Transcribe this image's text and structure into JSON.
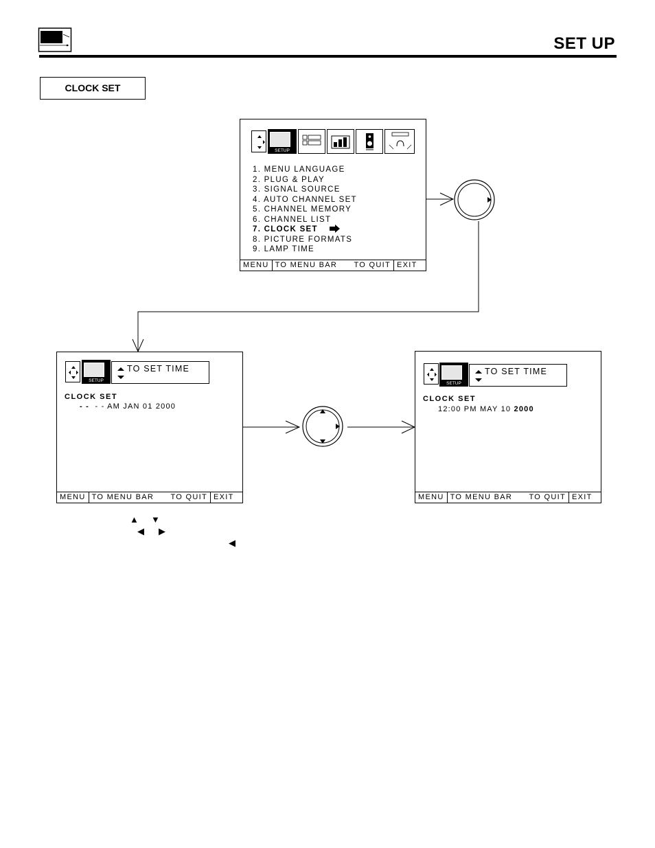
{
  "header": {
    "title": "SET UP",
    "section_label": "CLOCK SET"
  },
  "main_menu": {
    "tab_label": "SETUP",
    "items": [
      "1. MENU LANGUAGE",
      "2. PLUG & PLAY",
      "3. SIGNAL SOURCE",
      "4. AUTO CHANNEL SET",
      "5. CHANNEL MEMORY",
      "6. CHANNEL LIST",
      "7. CLOCK SET",
      "8. PICTURE FORMATS",
      "9. LAMP TIME"
    ],
    "selected_index": 6,
    "footer": {
      "menu": "MENU",
      "to_menu_bar": "TO MENU BAR",
      "to_quit": "TO QUIT",
      "exit": "EXIT"
    }
  },
  "clock_screen_before": {
    "tab_label": "SETUP",
    "hint": "TO SET TIME",
    "title": "CLOCK SET",
    "value_dashes": "- -",
    "value_rest": "  - - AM JAN 01 2000",
    "footer": {
      "menu": "MENU",
      "to_menu_bar": "TO MENU BAR",
      "to_quit": "TO QUIT",
      "exit": "EXIT"
    }
  },
  "clock_screen_after": {
    "tab_label": "SETUP",
    "hint": "TO SET TIME",
    "title": "CLOCK SET",
    "value_time": "12:00 PM MAY 10 ",
    "value_year": "2000",
    "footer": {
      "menu": "MENU",
      "to_menu_bar": "TO MENU BAR",
      "to_quit": "TO QUIT",
      "exit": "EXIT"
    }
  },
  "instruction_glyphs": {
    "up": "▲",
    "down": "▼",
    "left": "◀",
    "right": "▶"
  },
  "icons": [
    "tv-icon",
    "cursor-pad-icon",
    "setup-tab-icon",
    "caption-icon",
    "picture-bars-icon",
    "speaker-icon",
    "headphone-icon",
    "rotary-dial-icon",
    "arrow-right-icon"
  ]
}
